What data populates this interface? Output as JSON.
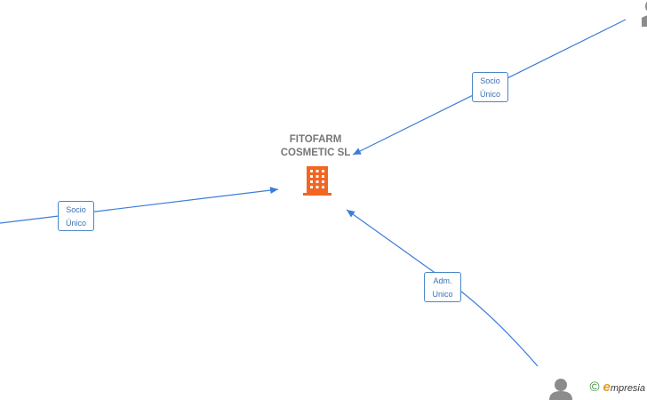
{
  "company": {
    "name_line1": "FITOFARM",
    "name_line2": "COSMETIC  SL",
    "icon": "building-icon",
    "icon_color": "#f26522"
  },
  "edges": [
    {
      "label_line1": "Socio",
      "label_line2": "Único"
    },
    {
      "label_line1": "Socio",
      "label_line2": "Único"
    },
    {
      "label_line1": "Adm.",
      "label_line2": "Unico"
    }
  ],
  "colors": {
    "edge": "#3b7dd8",
    "label_border": "#4a86c8",
    "person": "#8c8c8c"
  },
  "brand": {
    "copyright": "©",
    "e": "e",
    "name": "mpresia"
  }
}
